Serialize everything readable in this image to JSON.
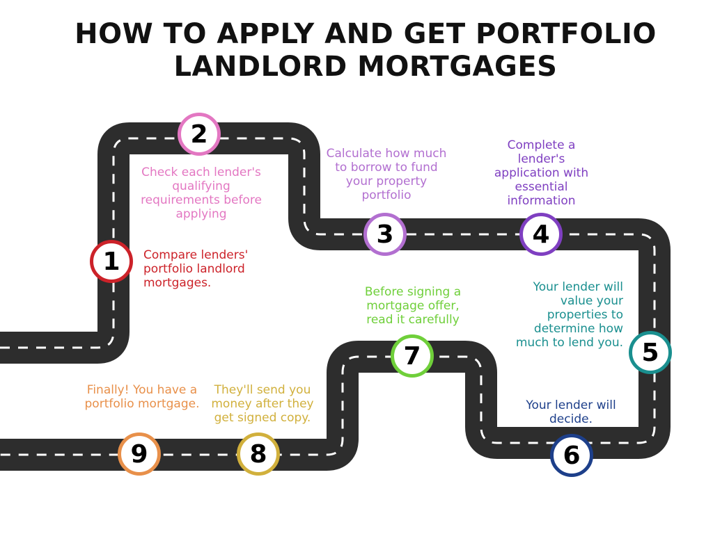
{
  "title": {
    "line1": "HOW TO APPLY AND GET PORTFOLIO",
    "line2": "LANDLORD MORTGAGES"
  },
  "colors": {
    "road": "#2d2d2d",
    "dashes": "#ffffff",
    "background": "#ffffff"
  },
  "steps": [
    {
      "number": "1",
      "text": "Compare lenders' portfolio landlord mortgages.",
      "color": "#cc2229"
    },
    {
      "number": "2",
      "text": "Check each lender's qualifying requirements before applying",
      "color": "#e377c2"
    },
    {
      "number": "3",
      "text": "Calculate how much to borrow to fund your property portfolio",
      "color": "#b26fd0"
    },
    {
      "number": "4",
      "text": "Complete a lender's application with essential information",
      "color": "#7f3fc1"
    },
    {
      "number": "5",
      "text": "Your lender will value your properties to determine how much to lend you.",
      "color": "#1a8f8f"
    },
    {
      "number": "6",
      "text": "Your lender will decide.",
      "color": "#1d3f8a"
    },
    {
      "number": "7",
      "text": "Before signing a mortgage offer, read it carefully",
      "color": "#6fcf3a"
    },
    {
      "number": "8",
      "text": "They'll send you money after they get signed copy.",
      "color": "#d1b03c"
    },
    {
      "number": "9",
      "text": "Finally! You have a portfolio mortgage.",
      "color": "#e8904a"
    }
  ]
}
